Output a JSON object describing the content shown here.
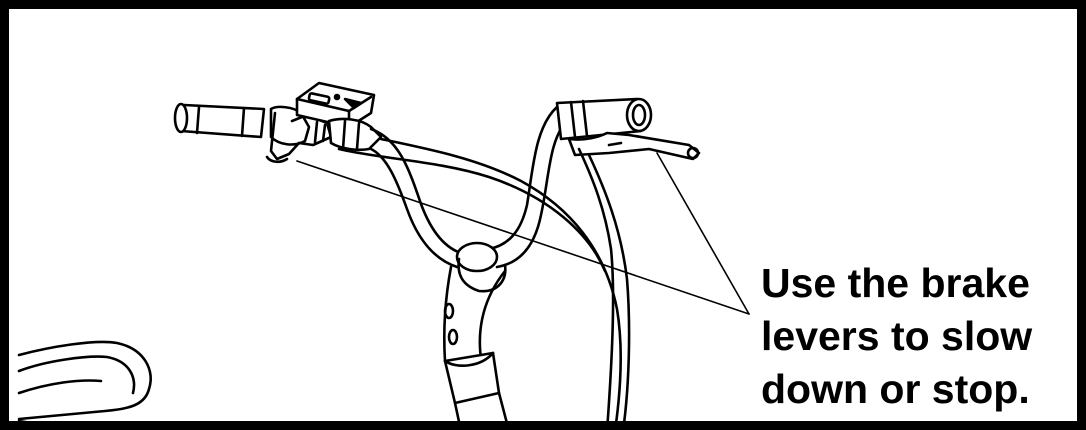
{
  "caption": {
    "lines": [
      "Use the brake",
      "levers to slow",
      "down or stop."
    ]
  },
  "colors": {
    "ink": "#000000",
    "paper": "#ffffff",
    "border": "#000000"
  },
  "icons": {
    "handlebar": "handlebar-illustration",
    "seat": "bicycle-seat-illustration",
    "display": "control-display-icon"
  }
}
